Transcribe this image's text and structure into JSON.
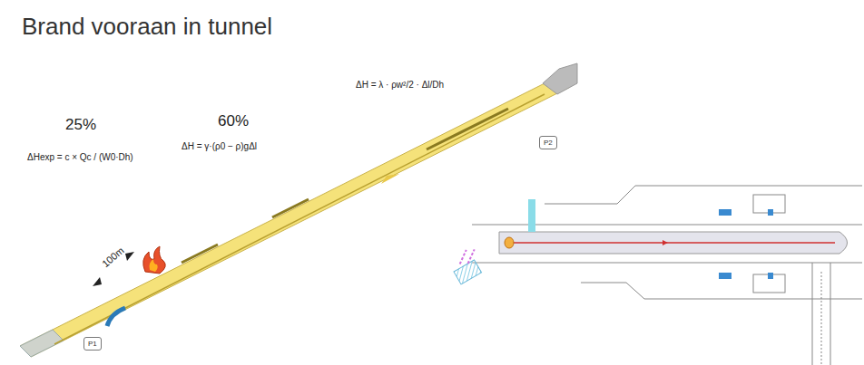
{
  "diagram": {
    "title": "Brand vooraan in tunnel",
    "nodes": [
      {
        "text": [
          "P1"
        ]
      },
      {
        "text": [
          "P2"
        ]
      }
    ],
    "labels": [
      "25%",
      "ΔHexp = c × Qc / (W0·Dh)",
      "60%",
      "ΔH = γ·(ρ0 − ρ)gΔl",
      "ΔH = λ · ρw²/2 · Δl/Dh",
      "100m"
    ]
  }
}
